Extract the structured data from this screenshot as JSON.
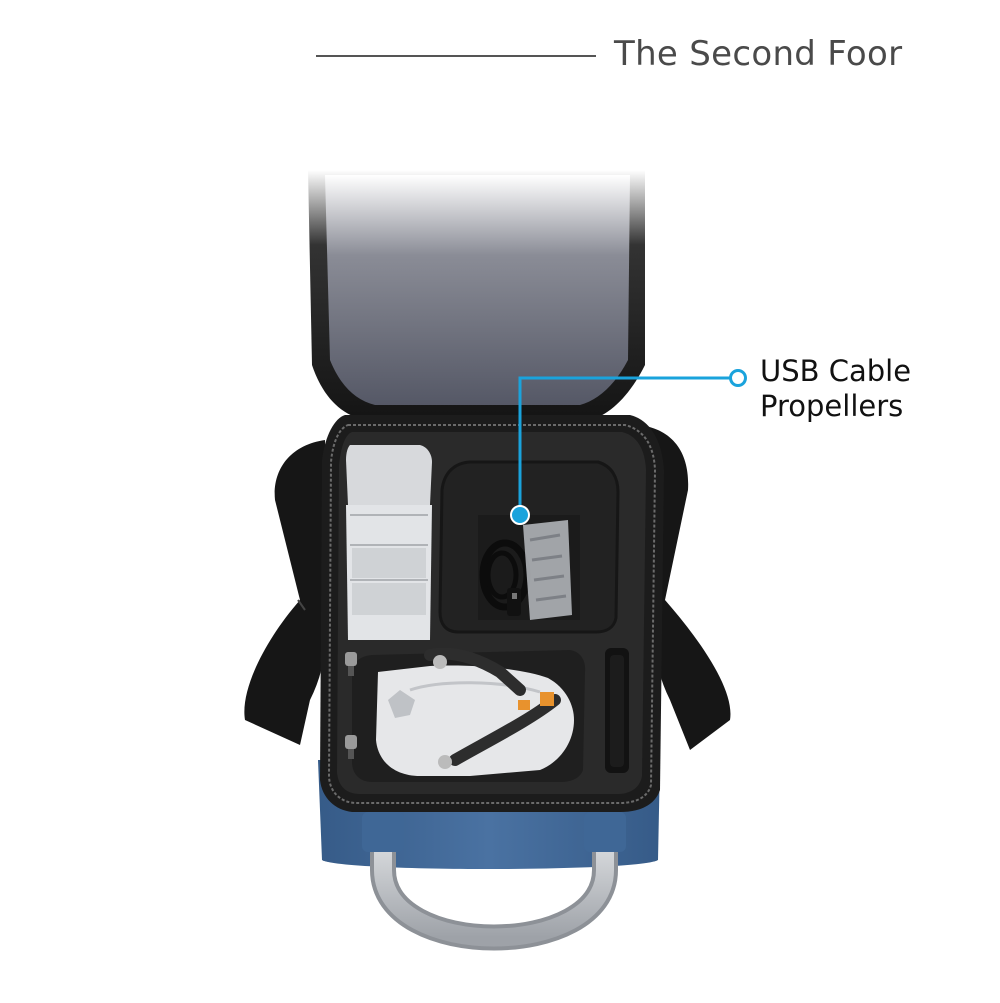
{
  "header": {
    "title": "The Second Foor"
  },
  "callout": {
    "line1": "USB Cable",
    "line2": "Propellers"
  },
  "colors": {
    "callout_accent": "#1aa3dc",
    "bag_blue": "#3f6796",
    "foam": "#2b2b2b",
    "lid_lining": "#5f6270",
    "handle": "#c9ccd0"
  },
  "icons": [
    "callout-ring-icon",
    "callout-dot-icon"
  ]
}
